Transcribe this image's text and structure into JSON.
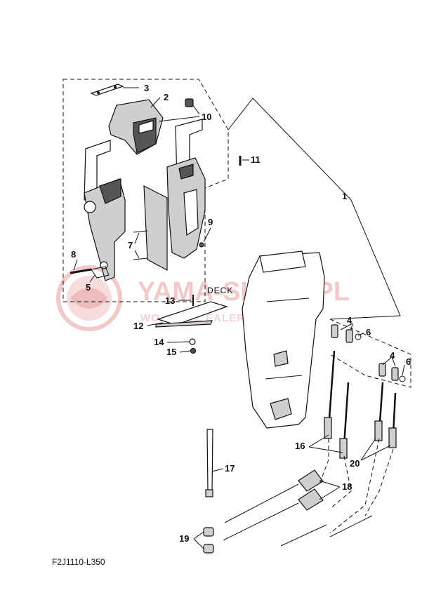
{
  "diagram_code": "F2J1110-L350",
  "deck_label": "DECK",
  "watermark": {
    "brand": "YAMA-SKLEP.PL",
    "tagline": "WO    OWIDZ    EALER YAMAHA"
  },
  "callouts": {
    "c1": "1",
    "c2": "2",
    "c3": "3",
    "c4a": "4",
    "c4b": "4",
    "c5": "5",
    "c6a": "6",
    "c6b": "6",
    "c7": "7",
    "c8": "8",
    "c9": "9",
    "c10": "10",
    "c11": "11",
    "c12": "12",
    "c13": "13",
    "c14": "14",
    "c15": "15",
    "c16": "16",
    "c17": "17",
    "c18": "18",
    "c19": "19",
    "c20": "20"
  }
}
